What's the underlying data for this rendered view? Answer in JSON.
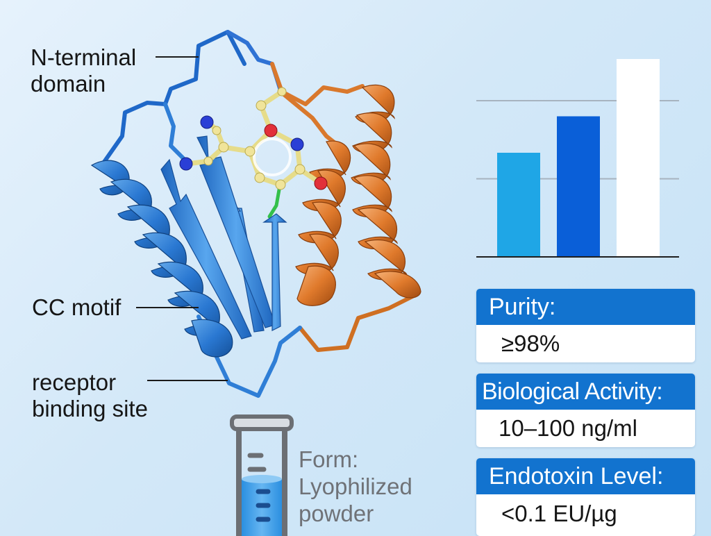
{
  "labels": {
    "n_terminal": "N-terminal\ndomain",
    "cc_motif": "CC motif",
    "receptor_binding": "receptor\nbinding site"
  },
  "form": "Form:\nLyophilized\npowder",
  "specs": [
    {
      "label": "Purity:",
      "value": "≥98%"
    },
    {
      "label": "Biological Activity:",
      "value": "10–100 ng/ml"
    },
    {
      "label": "Endotoxin Level:",
      "value": "<0.1 EU/µg"
    }
  ],
  "chart_data": {
    "type": "bar",
    "categories": [
      "",
      "",
      ""
    ],
    "values": [
      1.0,
      1.35,
      1.9
    ],
    "ylim": [
      0,
      2.0
    ],
    "grid": true,
    "gridlines": [
      1.5,
      0.75
    ],
    "bar_colors": [
      "#1fa6e6",
      "#0a5fd8",
      "#ffffff"
    ]
  },
  "colors": {
    "accent": "#1273cf",
    "helix_blue": "#2a78d2",
    "helix_orange": "#e07a2c"
  },
  "icons": {
    "protein": "protein-ribbon-structure",
    "tube": "test-tube-icon"
  }
}
